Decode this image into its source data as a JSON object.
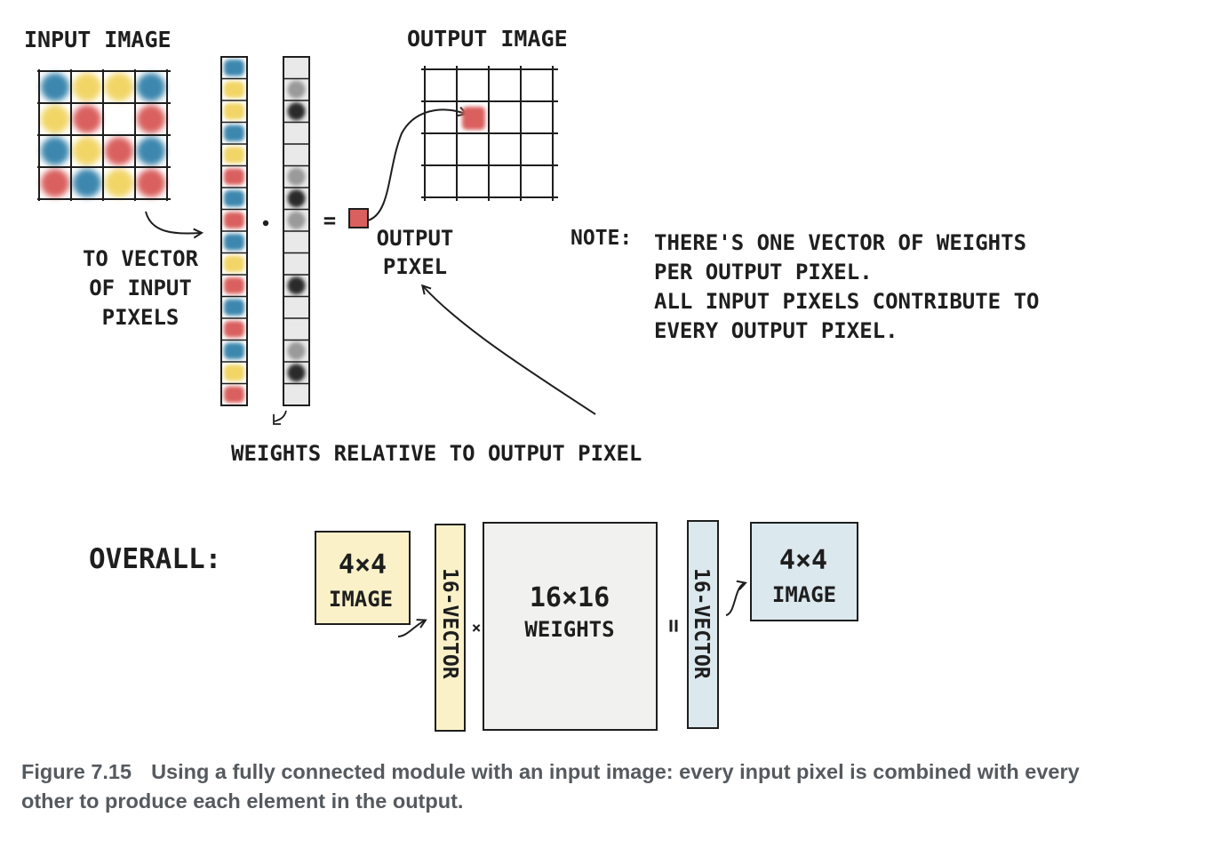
{
  "labels": {
    "input_image": "INPUT IMAGE",
    "output_image": "OUTPUT IMAGE",
    "to_vector": [
      "TO VECTOR",
      "OF INPUT",
      "PIXELS"
    ],
    "dot": "·",
    "equals": "=",
    "output_pixel": [
      "OUTPUT",
      "PIXEL"
    ],
    "weights_relative": "WEIGHTS RELATIVE TO OUTPUT PIXEL"
  },
  "note": {
    "tag": "NOTE:",
    "lines": [
      "THERE'S ONE VECTOR OF WEIGHTS",
      "PER OUTPUT PIXEL.",
      "ALL INPUT PIXELS CONTRIBUTE TO",
      "EVERY OUTPUT PIXEL."
    ]
  },
  "overall": {
    "label": "OVERALL:",
    "input_box": [
      "4×4",
      "IMAGE"
    ],
    "input_vector": "16-VECTOR",
    "times": "×",
    "weights_box": [
      "16×16",
      "WEIGHTS"
    ],
    "equals": "=",
    "output_vector": "16-VECTOR",
    "output_box": [
      "4×4",
      "IMAGE"
    ]
  },
  "input_grid": [
    [
      "blue",
      "yellow",
      "yellow",
      "blue"
    ],
    [
      "yellow",
      "red",
      "none",
      "red"
    ],
    [
      "blue",
      "yellow",
      "red",
      "blue"
    ],
    [
      "red",
      "blue",
      "yellow",
      "red"
    ]
  ],
  "input_vector_cells": [
    "blue",
    "yellow",
    "yellow",
    "blue",
    "yellow",
    "red",
    "blue",
    "red",
    "blue",
    "yellow",
    "red",
    "blue",
    "red",
    "blue",
    "yellow",
    "red"
  ],
  "weight_vector_cells": [
    "light",
    "gray",
    "dark",
    "light",
    "light",
    "gray",
    "dark",
    "gray",
    "light",
    "light",
    "dark",
    "light",
    "light",
    "gray",
    "dark",
    "light"
  ],
  "output_highlight": {
    "row": 1,
    "col": 1,
    "color": "red"
  },
  "colors": {
    "red": "#d9605e",
    "blue": "#3e87ae",
    "yellow": "#f1d566",
    "light": "#e9e9e9",
    "gray": "#9a9a9a",
    "dark": "#2b2b2b",
    "note": "#c94a3c",
    "ink": "#1e1e1e",
    "input_tint": "#fbf1c9",
    "output_tint": "#dbe8ee",
    "weights_tint": "#f1f2ef"
  },
  "caption": {
    "figure": "Figure 7.15",
    "text": "Using a fully connected module with an input image: every input pixel is combined with every other to produce each element in the output."
  }
}
